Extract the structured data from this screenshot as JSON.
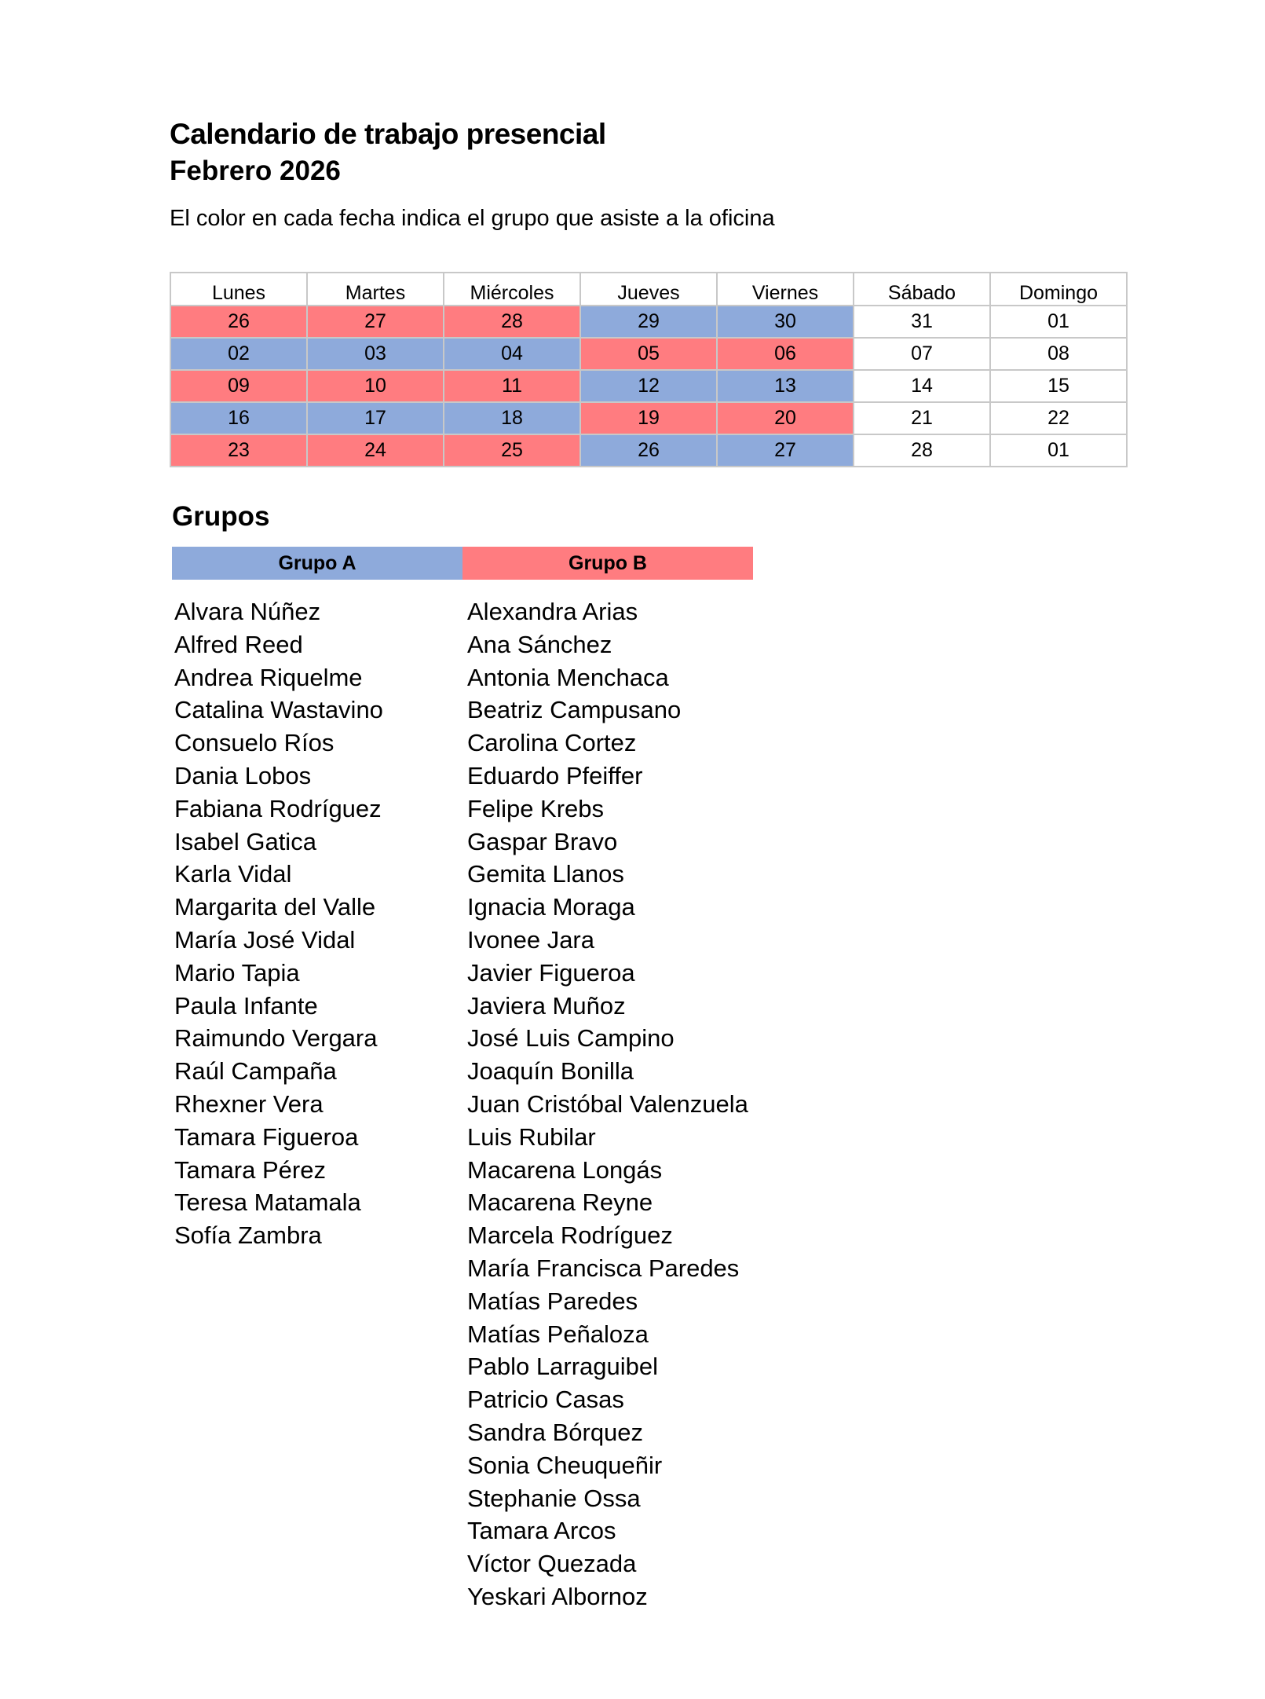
{
  "header": {
    "title": "Calendario de trabajo presencial",
    "subtitle": "Febrero 2026",
    "description": "El color en cada fecha indica el grupo que asiste  a la oficina"
  },
  "calendar": {
    "days": [
      "Lunes",
      "Martes",
      "Miércoles",
      "Jueves",
      "Viernes",
      "Sábado",
      "Domingo"
    ],
    "weeks": [
      [
        {
          "d": "26",
          "g": "B"
        },
        {
          "d": "27",
          "g": "B"
        },
        {
          "d": "28",
          "g": "B"
        },
        {
          "d": "29",
          "g": "A"
        },
        {
          "d": "30",
          "g": "A"
        },
        {
          "d": "31",
          "g": ""
        },
        {
          "d": "01",
          "g": ""
        }
      ],
      [
        {
          "d": "02",
          "g": "A"
        },
        {
          "d": "03",
          "g": "A"
        },
        {
          "d": "04",
          "g": "A"
        },
        {
          "d": "05",
          "g": "B"
        },
        {
          "d": "06",
          "g": "B"
        },
        {
          "d": "07",
          "g": ""
        },
        {
          "d": "08",
          "g": ""
        }
      ],
      [
        {
          "d": "09",
          "g": "B"
        },
        {
          "d": "10",
          "g": "B"
        },
        {
          "d": "11",
          "g": "B"
        },
        {
          "d": "12",
          "g": "A"
        },
        {
          "d": "13",
          "g": "A"
        },
        {
          "d": "14",
          "g": ""
        },
        {
          "d": "15",
          "g": ""
        }
      ],
      [
        {
          "d": "16",
          "g": "A"
        },
        {
          "d": "17",
          "g": "A"
        },
        {
          "d": "18",
          "g": "A"
        },
        {
          "d": "19",
          "g": "B"
        },
        {
          "d": "20",
          "g": "B"
        },
        {
          "d": "21",
          "g": ""
        },
        {
          "d": "22",
          "g": ""
        }
      ],
      [
        {
          "d": "23",
          "g": "B"
        },
        {
          "d": "24",
          "g": "B"
        },
        {
          "d": "25",
          "g": "B"
        },
        {
          "d": "26",
          "g": "A"
        },
        {
          "d": "27",
          "g": "A"
        },
        {
          "d": "28",
          "g": ""
        },
        {
          "d": "01",
          "g": ""
        }
      ]
    ]
  },
  "colors": {
    "group_a": "#8eaadb",
    "group_b": "#ff7c80"
  },
  "groups": {
    "title": "Grupos",
    "a": {
      "label": "Grupo A",
      "members": [
        "Alvara Núñez",
        "Alfred Reed",
        "Andrea Riquelme",
        "Catalina Wastavino",
        "Consuelo Ríos",
        "Dania Lobos",
        "Fabiana Rodríguez",
        "Isabel Gatica",
        "Karla Vidal",
        "Margarita del Valle",
        "María José Vidal",
        "Mario Tapia",
        "Paula Infante",
        "Raimundo Vergara",
        "Raúl Campaña",
        "Rhexner Vera",
        "Tamara Figueroa",
        "Tamara Pérez",
        "Teresa Matamala",
        "Sofía Zambra"
      ]
    },
    "b": {
      "label": "Grupo B",
      "members": [
        "Alexandra Arias",
        "Ana Sánchez",
        "Antonia Menchaca",
        "Beatriz Campusano",
        "Carolina Cortez",
        "Eduardo Pfeiffer",
        "Felipe Krebs",
        "Gaspar Bravo",
        "Gemita Llanos",
        "Ignacia Moraga",
        "Ivonee Jara",
        "Javier Figueroa",
        "Javiera Muñoz",
        "José Luis Campino",
        "Joaquín Bonilla",
        "Juan Cristóbal Valenzuela",
        "Luis Rubilar",
        "Macarena Longás",
        "Macarena Reyne",
        "Marcela Rodríguez",
        "María Francisca Paredes",
        "Matías Paredes",
        "Matías Peñaloza",
        "Pablo Larraguibel",
        "Patricio Casas",
        "Sandra Bórquez",
        "Sonia Cheuqueñir",
        "Stephanie Ossa",
        "Tamara Arcos",
        "Víctor Quezada",
        "Yeskari Albornoz"
      ]
    }
  }
}
